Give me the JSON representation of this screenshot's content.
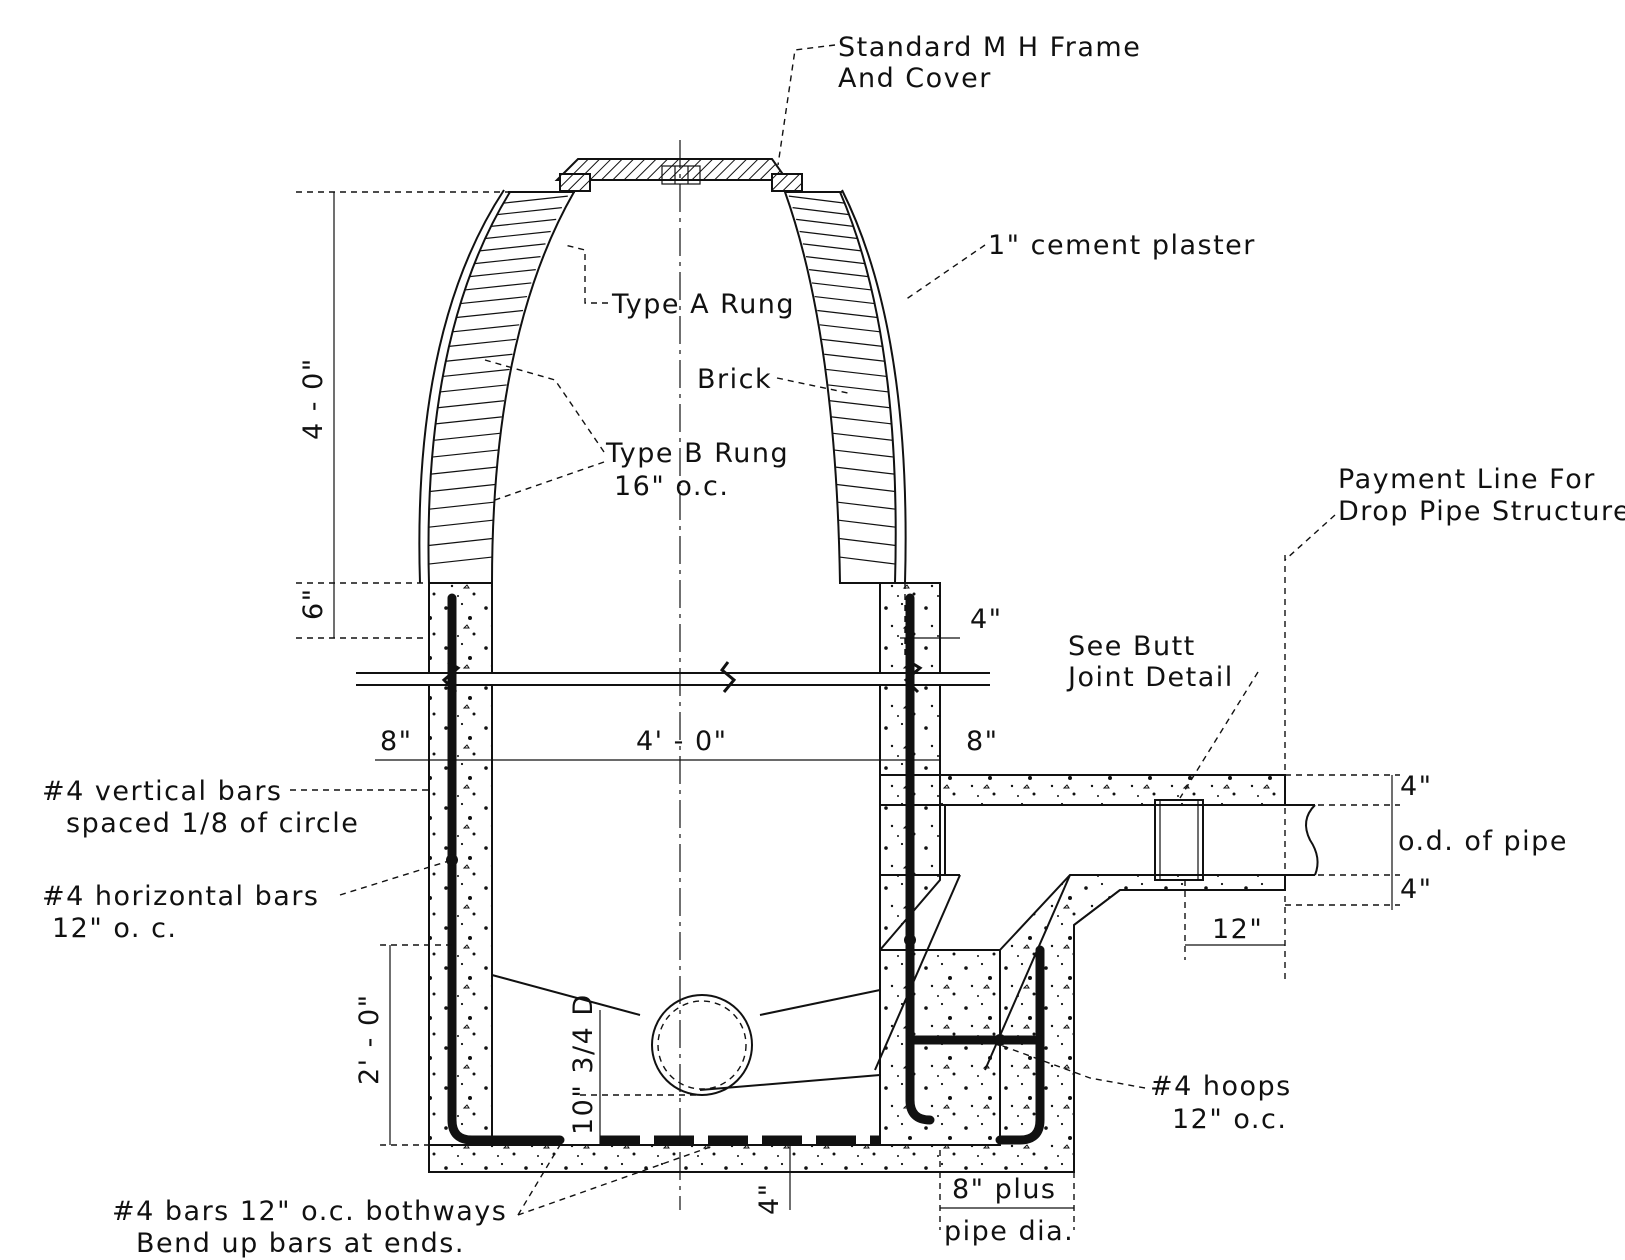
{
  "labels": {
    "frame_cover_l1": "Standard M H Frame",
    "frame_cover_l2": "And Cover",
    "cement_plaster": "1\" cement plaster",
    "type_a_rung": "Type A Rung",
    "brick": "Brick",
    "type_b_rung_l1": "Type B Rung",
    "type_b_rung_l2": "16\" o.c.",
    "payment_line_l1": "Payment Line For",
    "payment_line_l2": "Drop Pipe Structure",
    "see_butt_l1": "See Butt",
    "see_butt_l2": "Joint Detail",
    "vertical_bars_l1": "#4 vertical bars",
    "vertical_bars_l2": "spaced 1/8 of circle",
    "horizontal_bars_l1": "#4 horizontal bars",
    "horizontal_bars_l2": "12\" o. c.",
    "hoops_l1": "#4 hoops",
    "hoops_l2": "12\" o.c.",
    "bottom_bars_l1": "#4 bars 12\" o.c. bothways",
    "bottom_bars_l2": "Bend up bars at ends.",
    "od_of_pipe": "o.d. of pipe"
  },
  "dimensions": {
    "cone_height": "4 - 0\"",
    "collar_height": "6\"",
    "inside_diameter": "4' - 0\"",
    "wall_left": "8\"",
    "wall_right": "8\"",
    "plaster_offset": "4\"",
    "bench_height": "2' - 0\"",
    "invert": "10\" 3/4 D",
    "base_thickness": "4\"",
    "pipe_top_cover": "4\"",
    "pipe_bottom_cover": "4\"",
    "pipe_extension": "12\"",
    "drop_width_l1": "8\" plus",
    "drop_width_l2": "pipe dia."
  },
  "colors": {
    "ink": "#111111",
    "paper": "#ffffff"
  }
}
